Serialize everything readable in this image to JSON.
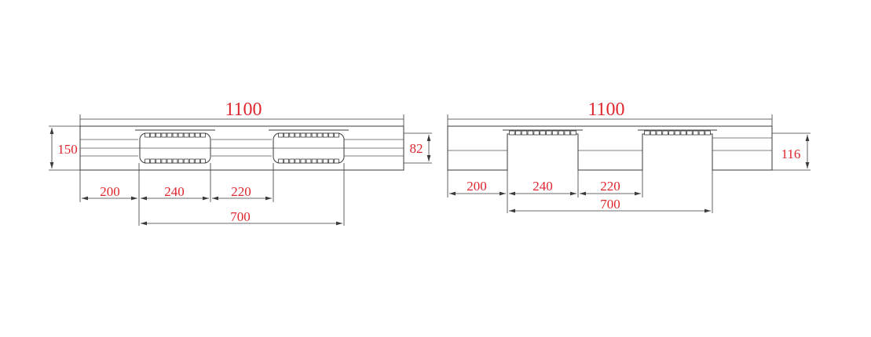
{
  "colors": {
    "dimension_text": "#e0262e",
    "lines": "#3a3a3a",
    "background": "#ffffff"
  },
  "left_view": {
    "overall_length": "1100",
    "height_left": "150",
    "height_right": "82",
    "dim_a": "200",
    "dim_b": "240",
    "dim_c": "220",
    "dim_total": "700"
  },
  "right_view": {
    "overall_length": "1100",
    "height_right": "116",
    "dim_a": "200",
    "dim_b": "240",
    "dim_c": "220",
    "dim_total": "700"
  }
}
